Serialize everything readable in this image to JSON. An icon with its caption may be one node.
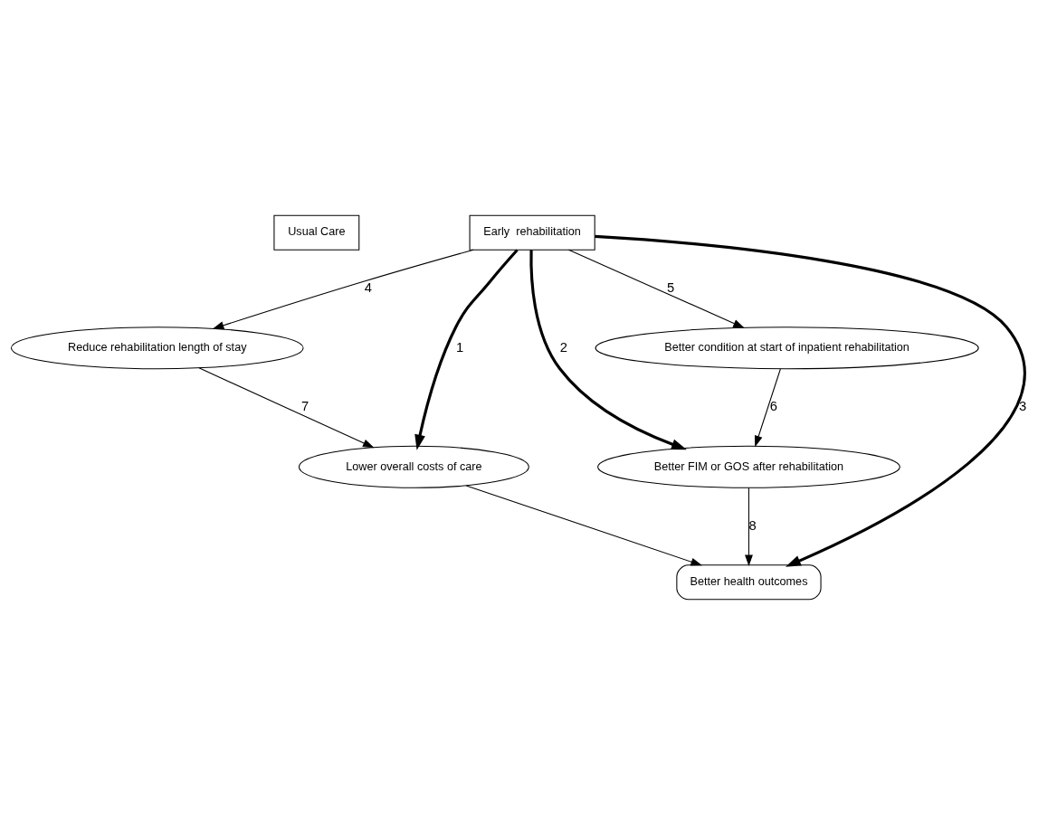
{
  "diagram": {
    "nodes": [
      {
        "text": [
          "Usual Care"
        ]
      },
      {
        "text": [
          "Early  rehabilitation"
        ]
      },
      {
        "text": [
          "Reduce rehabilitation length of stay"
        ]
      },
      {
        "text": [
          "Better condition at start of inpatient rehabilitation"
        ]
      },
      {
        "text": [
          "Lower overall costs of care"
        ]
      },
      {
        "text": [
          "Better FIM or GOS after rehabilitation"
        ]
      },
      {
        "text": [
          "Better health outcomes"
        ]
      }
    ],
    "edges": [
      {
        "from": 1,
        "to": 2,
        "arrow": "to",
        "label": "4"
      },
      {
        "from": 1,
        "to": 4,
        "arrow": "to",
        "label": "1",
        "style": "thick"
      },
      {
        "from": 1,
        "to": 6,
        "arrow": "to",
        "label": "3",
        "style": "thick"
      },
      {
        "from": 1,
        "to": 5,
        "arrow": "to",
        "label": "2",
        "style": "thick"
      },
      {
        "from": 1,
        "to": 3,
        "arrow": "to",
        "label": "5"
      },
      {
        "from": 2,
        "to": 4,
        "arrow": "to",
        "label": "7"
      },
      {
        "from": 3,
        "to": 5,
        "arrow": "to",
        "label": "6"
      },
      {
        "from": 4,
        "to": 6,
        "arrow": "to"
      },
      {
        "from": 5,
        "to": 6,
        "arrow": "to",
        "label": "8"
      }
    ]
  }
}
